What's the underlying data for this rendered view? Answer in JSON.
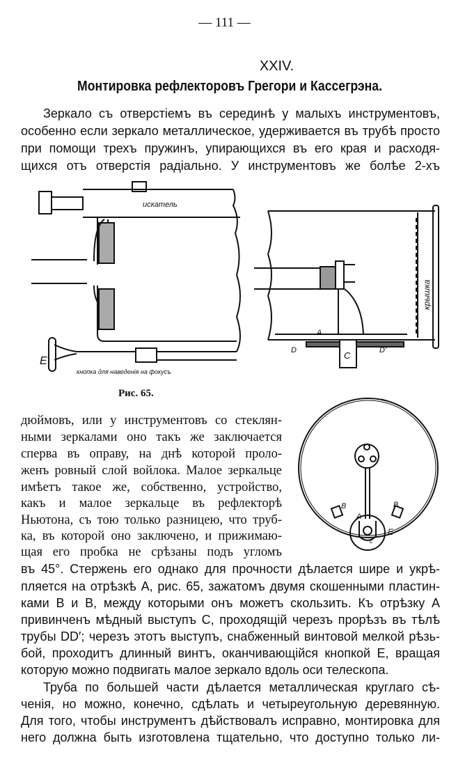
{
  "page_number": "— 111 —",
  "chapter": "XXIV.",
  "title": "Монтировка рефлекторовъ Грегори и Кассегрэна.",
  "paragraph1": [
    "Зеркало съ отверстіемъ въ серединѣ у малыхъ инструментовъ,",
    "особенно если зеркало металлическое, удерживается въ трубѣ просто",
    "при помощи трехъ пружинъ, упирающихся въ его края и расходя-",
    "щихся отъ отверстія радіально. У инструментовъ же болѣе 2-хъ"
  ],
  "figure": {
    "caption": "Рис. 65.",
    "labels": {
      "finder": "искатель",
      "focus_knob": "кнопка для наведенія на фокусъ",
      "E": "E",
      "cover": "крышка",
      "A": "A",
      "D": "D",
      "D_prime": "D′",
      "C": "C",
      "B_left": "B",
      "B_right": "B",
      "A2": "A",
      "E2": "E",
      "c": "c"
    }
  },
  "column_text": [
    "дюймовъ, или у инструментовъ со стеклян-",
    "ными зеркалами оно такъ же заключается",
    "сперва въ оправу, на днѣ которой проло-",
    "женъ ровный слой войлока. Малое зеркальце",
    "имѣетъ такое же, собственно, устройство,",
    "какъ и малое зеркальце въ рефлекторѣ",
    "Ньютона, съ тою только разницею, что труб-",
    "ка, въ которой оно заключено, и прижимаю-",
    "щая его пробка не срѣзаны подъ угломъ"
  ],
  "paragraph2": [
    "въ 45°. Стержень его однако для прочности дѣлается шире и укрѣ-",
    "пляется на отрѣзкѣ A, рис. 65, зажатомъ двумя скошенными пластин-",
    "ками B и B, между которыми онъ можетъ скользить. Къ отрѣзку A",
    "привинченъ мѣдный выступъ C, проходящій черезъ прорѣзъ въ тѣлѣ",
    "трубы DD′; черезъ этотъ выступъ, снабженный винтовой мелкой рѣзь-",
    "бой, проходитъ длинный винтъ, оканчивающійся кнопкой E, вращая",
    "которую можно подвигать малое зеркало вдоль оси телескопа."
  ],
  "paragraph3": [
    "Труба по большей части дѣлается металлическая круглаго сѣ-",
    "ченія, но можно, конечно, сдѣлать и четыреугольную деревянную.",
    "Для того, чтобы инструментъ дѣйствовалъ исправно, монтировка для",
    "него должна быть изготовлена тщательно, что доступно только ли-"
  ]
}
